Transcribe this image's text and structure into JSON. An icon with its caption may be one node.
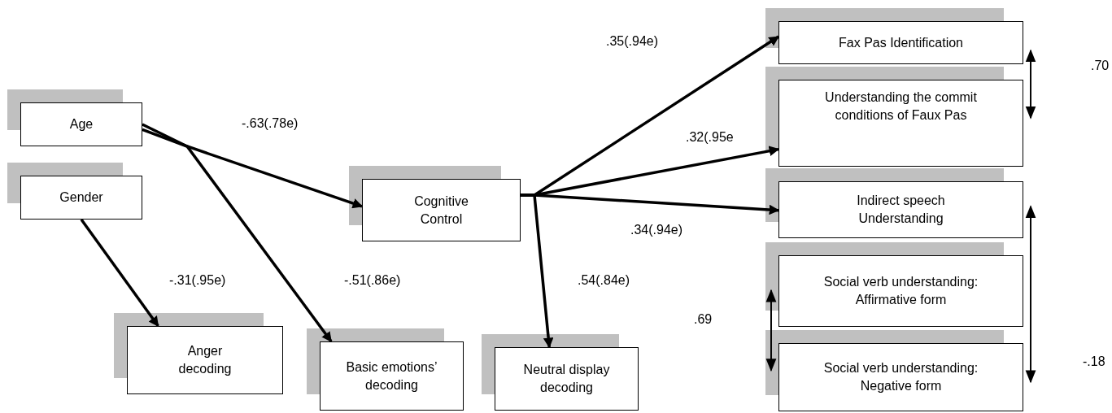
{
  "diagram": {
    "nodes": [
      {
        "text": [
          "Age"
        ]
      },
      {
        "text": [
          "Gender"
        ]
      },
      {
        "text": [
          "Cognitive Control"
        ]
      },
      {
        "text": [
          "Anger decoding"
        ]
      },
      {
        "text": [
          "Basic emotions’ decoding"
        ]
      },
      {
        "text": [
          "Neutral display decoding"
        ]
      },
      {
        "text": [
          "Fax Pas Identification"
        ]
      },
      {
        "text": [
          "Understanding the commit conditions of Faux Pas"
        ]
      },
      {
        "text": [
          "Indirect speech Understanding"
        ]
      },
      {
        "text": [
          "Social verb understanding: Affirmative form"
        ]
      },
      {
        "text": [
          "Social verb understanding: Negative form"
        ]
      }
    ],
    "edges": [
      {
        "from": 0,
        "to": 2,
        "arrow": "to",
        "label": "-.63(.78e)"
      },
      {
        "from": 0,
        "to": 4,
        "arrow": "to",
        "label": "-.51(.86e)"
      },
      {
        "from": 1,
        "to": 3,
        "arrow": "to",
        "label": "-.31(.95e)"
      },
      {
        "from": 2,
        "to": 6,
        "arrow": "to",
        "label": ".35(.94e)"
      },
      {
        "from": 2,
        "to": 7,
        "arrow": "to",
        "label": ".32(.95e"
      },
      {
        "from": 2,
        "to": 8,
        "arrow": "to",
        "label": ".34(.94e)"
      },
      {
        "from": 2,
        "to": 5,
        "arrow": "to",
        "label": ".54(.84e)"
      },
      {
        "from": 6,
        "to": 7,
        "arrow": "both",
        "label": ".70"
      },
      {
        "from": 9,
        "to": 10,
        "arrow": "both",
        "label": ".69"
      },
      {
        "from": 8,
        "to": 10,
        "arrow": "both",
        "label": "-.18"
      }
    ]
  }
}
